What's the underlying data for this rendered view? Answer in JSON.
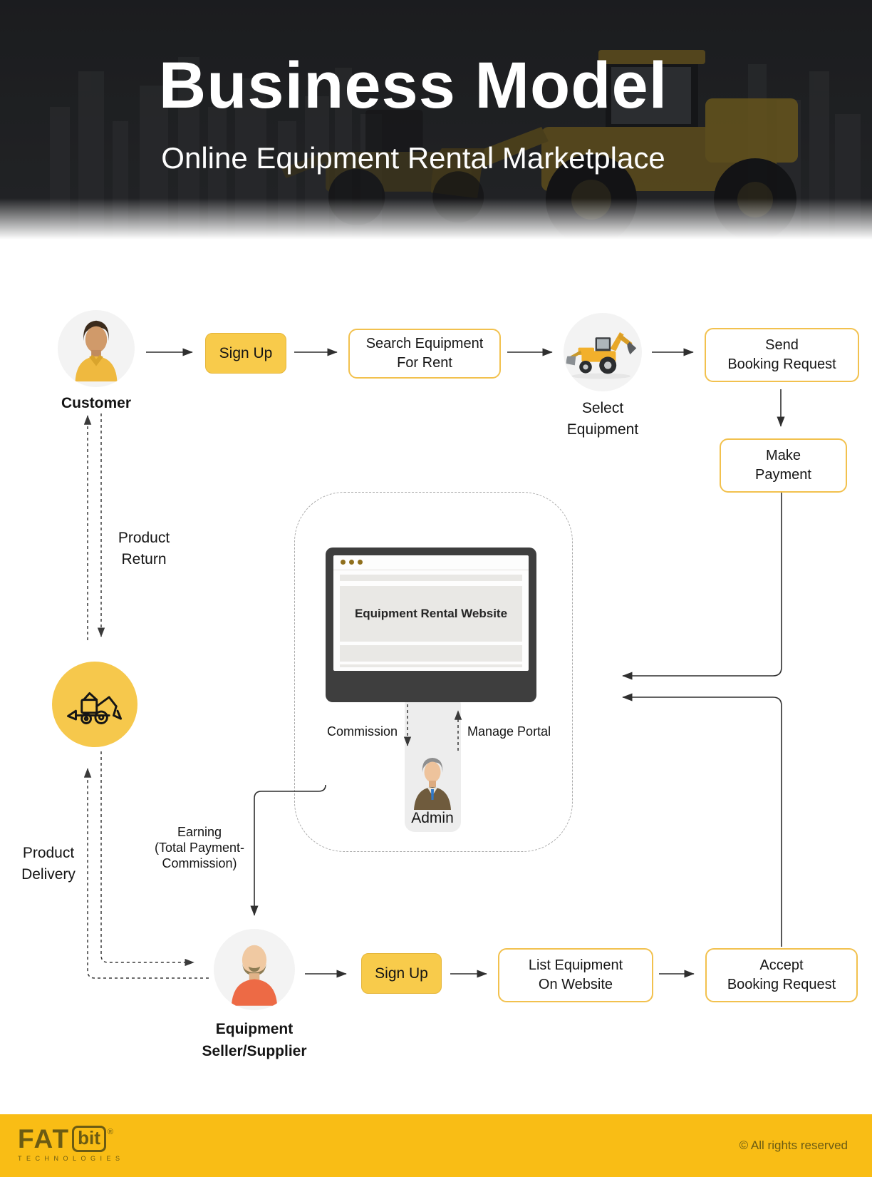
{
  "header": {
    "title": "Business Model",
    "subtitle": "Online Equipment Rental Marketplace"
  },
  "customer_flow": {
    "actor_label": "Customer",
    "signup_label": "Sign Up",
    "search_label": "Search Equipment\nFor Rent",
    "select_equipment_label": "Select\nEquipment",
    "send_booking_label": "Send\nBooking Request",
    "make_payment_label": "Make\nPayment",
    "product_return_label": "Product\nReturn",
    "product_delivery_label": "Product\nDelivery"
  },
  "platform": {
    "website_label": "Equipment Rental Website",
    "commission_label": "Commission",
    "manage_portal_label": "Manage Portal",
    "admin_label": "Admin",
    "earning_label": "Earning\n(Total Payment-\nCommission)"
  },
  "seller_flow": {
    "actor_label": "Equipment\nSeller/Supplier",
    "signup_label": "Sign Up",
    "list_equipment_label": "List Equipment\nOn Website",
    "accept_booking_label": "Accept\nBooking Request"
  },
  "footer": {
    "logo_fat": "FAT",
    "logo_bit": "bit",
    "registered_mark": "®",
    "logo_sub": "TECHNOLOGIES",
    "copyright": "© All rights reserved"
  },
  "icons": {
    "customer_avatar": "male-user-yellow-shirt",
    "select_equipment": "backhoe-loader-photo",
    "return_circle": "backhoe-loader-line-icon",
    "admin_avatar": "admin-male-user",
    "seller_avatar": "bearded-male-user",
    "website": "browser-window-monitor"
  },
  "colors": {
    "accent": "#F8CB4B",
    "boxborder": "#F2C14E",
    "footer": "#F9BD15",
    "footertext": "#6B5B13",
    "circleyellow": "#F6C84C",
    "headerbg": "#212325",
    "monitor": "#3E3E3E",
    "screengray": "#E9E8E5",
    "standgray": "#EDEDED",
    "avatarbg": "#F3F3F3",
    "arrow": "#2F2F2F"
  }
}
